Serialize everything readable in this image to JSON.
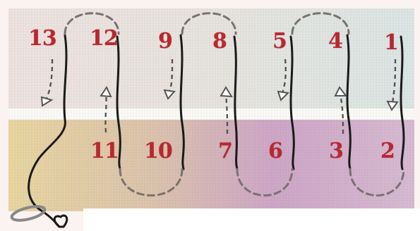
{
  "sequence": {
    "top_numbers": [
      "13",
      "12",
      "9",
      "8",
      "5",
      "4",
      "1"
    ],
    "bottom_numbers": [
      "11",
      "10",
      "7",
      "6",
      "3",
      "2"
    ]
  },
  "colors": {
    "number": "#b9282f",
    "line": "#1a1a1a",
    "dashed_loop": "#7a7270",
    "band_top": "#e9e5e1",
    "band_white": "#fbfbf8",
    "band_bottom_left": "#e9dcaa",
    "band_bottom_right": "#cfa7cf"
  },
  "icons": [
    "heart-icon",
    "ring-icon",
    "arrow-down-icon",
    "arrow-up-icon"
  ]
}
